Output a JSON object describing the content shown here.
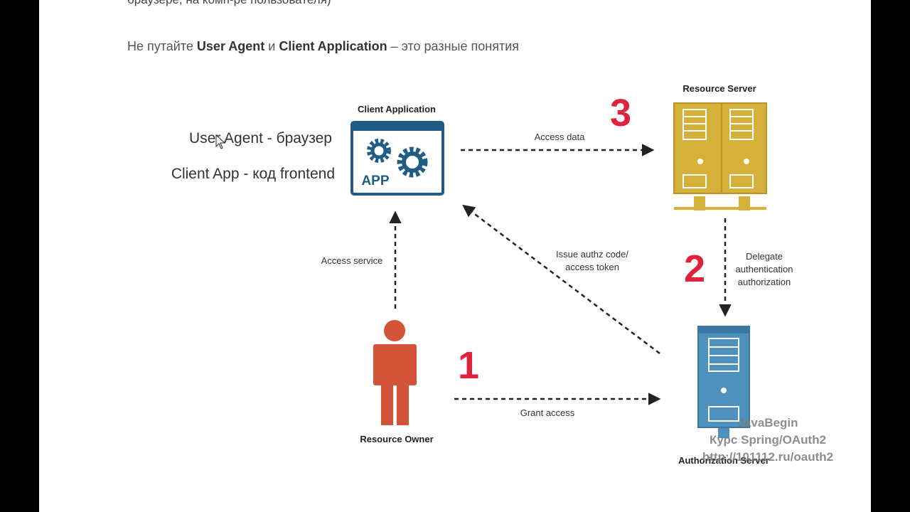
{
  "article": {
    "partial_line": "браузере, на комп-ре пользователя)",
    "note_prefix": "Не путайте ",
    "note_term1": "User Agent",
    "note_mid": " и ",
    "note_term2": "Client Application",
    "note_suffix": " – это разные понятия"
  },
  "side_notes": {
    "user_agent": "User Agent - браузер",
    "client_app": "Client App - код frontend"
  },
  "diagram": {
    "client_app_title": "Client Application",
    "app_icon_text": "APP",
    "resource_server_title": "Resource Server",
    "resource_owner_title": "Resource Owner",
    "auth_server_title": "Authorization Server",
    "access_data": "Access data",
    "access_service": "Access service",
    "issue_line1": "Issue authz code/",
    "issue_line2": "access token",
    "delegate_line1": "Delegate",
    "delegate_line2": "authentication",
    "delegate_line3": "authorization",
    "grant_access": "Grant access",
    "step1": "1",
    "step2": "2",
    "step3": "3"
  },
  "watermark": {
    "line1": "JavaBegin",
    "line2": "Курс Spring/OAuth2",
    "line3": "http://101112.ru/oauth2"
  },
  "colors": {
    "app_blue": "#1f5d86",
    "server_gold": "#d6b13a",
    "auth_blue": "#4f91bd",
    "owner_orange": "#d4543a",
    "step_red": "#e0223c"
  }
}
